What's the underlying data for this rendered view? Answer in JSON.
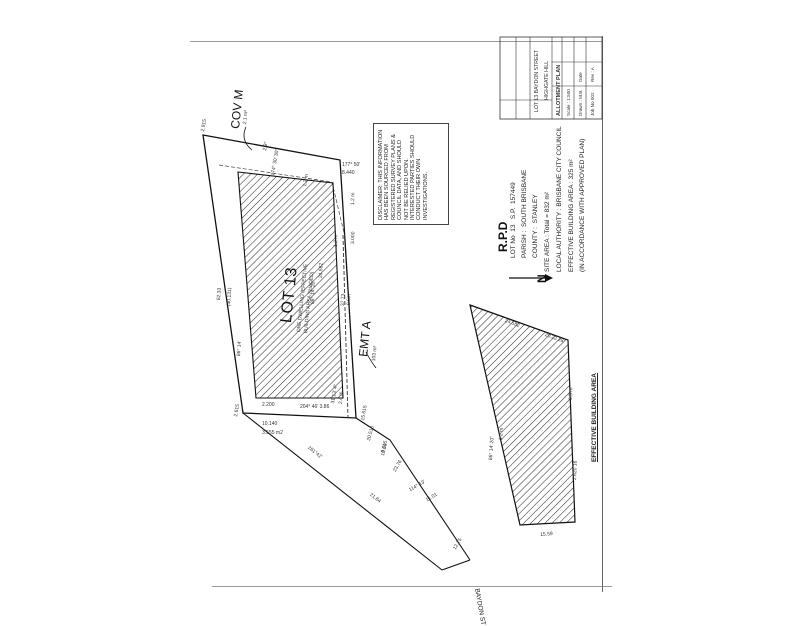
{
  "lot": {
    "label": "LOT 13",
    "note_line1": "ONE DWELLING (EFFECTIVE",
    "note_line2": "BUILDING AREA SHADED)"
  },
  "easements": {
    "cov_label": "COV M",
    "cov_area": "2.1 m²",
    "emt_label": "EMT A",
    "emt_area": "103 m²"
  },
  "street": {
    "label": "BAYDON ST"
  },
  "dimensions": {
    "top_left": "2.915",
    "left_a": "82.33",
    "left_b": "(40.131)",
    "left_bearing": "86° 14'",
    "bottom_a": "2.615",
    "bottom_b": "10.140",
    "bottom_c": "3.555 m2",
    "top_edge": "2.9°",
    "top_bearing": "174° 30' 30\"",
    "bldg_top": "1.2 m",
    "right_top_a": "177° 50'",
    "right_top_b": "8.440",
    "right_mid_a": "3.000",
    "right_mid_b": "1.2 m",
    "right_side_a": "9.5m",
    "right_side_b": "37.73",
    "emt_a": "31 13' 4\"",
    "emt_b": "15.615",
    "emt_c": "20.510",
    "emt_d": "9.615",
    "drive_a": "261°42'",
    "drive_b": "21.84",
    "drive_c": "114° 13'",
    "drive_d": "11.01",
    "drive_e": "12.75",
    "drive_f": "19.50",
    "drive_g": "23.76",
    "inner_a": "86° 14' 20\"",
    "inner_b": "24.582",
    "inner_c": "1.2 m",
    "inner_d": "2.200",
    "inner_e": "2.4 m",
    "bottom_bearing": "204° 46' 3.86"
  },
  "disclaimer": "Disclaimer: this information has been sourced from registered survey plans & Council data, and should not be relied upon. Interested parties should conduct their own investigations.",
  "rpd": {
    "heading": "R.P.D",
    "lot_no_label": "LOT No",
    "lot_no": "13",
    "sp_label": "S.P.",
    "sp": "157449",
    "parish_label": "PARISH :",
    "parish": "SOUTH BRISBANE",
    "county_label": "COUNTY :",
    "county": "STANLEY",
    "site_area": "SITE AREA : Total = 832 m²",
    "local_authority": "LOCAL AUTHORITY : BRISBANE CITY COUNCIL",
    "effective_area": "EFFECTIVE BUILDING AREA : 325 m²",
    "effective_note": "(IN ACCORDANCE WITH APPROVED PLAN)"
  },
  "north": {
    "label": "N"
  },
  "effective": {
    "title": "EFFECTIVE BUILDING AREA",
    "dim_a": "24.582",
    "dim_b": "20.22 28",
    "dim_c": "86° 14' 20\"",
    "dim_d": "1.2 m",
    "dim_e": "9.5 m",
    "dim_f": "2.620 16",
    "dim_g": "15.59"
  },
  "title_block": {
    "title": "ALLOTMENT PLAN",
    "project": "LOT 13 BAYDON STREET",
    "suburb": "HIGHGATE HILL",
    "scale": "Scale : 1:500",
    "drawn": "Drawn : M.B.",
    "date": "Date",
    "sheet": "Job No 002",
    "rev": "Rev : A"
  }
}
